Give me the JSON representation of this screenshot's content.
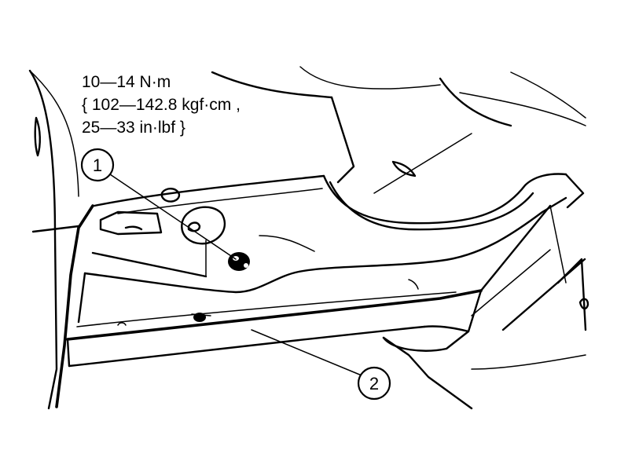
{
  "torque_spec": {
    "line1": "10—14 N·m",
    "line2": "{ 102—142.8 kgf·cm ,",
    "line3": "25—33 in·lbf }"
  },
  "callouts": [
    {
      "number": "1"
    },
    {
      "number": "2"
    }
  ]
}
